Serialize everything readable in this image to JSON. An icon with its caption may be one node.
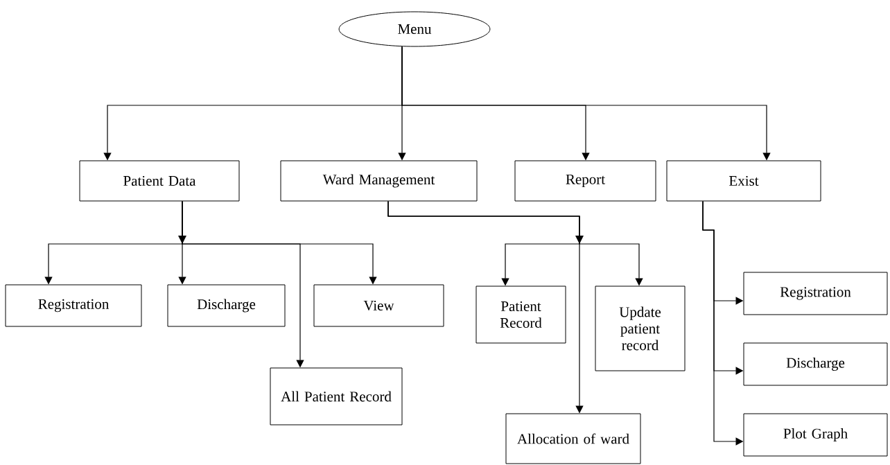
{
  "diagram": {
    "nodes": [
      {
        "text": [
          "Menu"
        ]
      },
      {
        "text": [
          "Patient Data"
        ]
      },
      {
        "text": [
          "Ward Management"
        ]
      },
      {
        "text": [
          "Report"
        ]
      },
      {
        "text": [
          "Exist"
        ]
      },
      {
        "text": [
          "Registration"
        ]
      },
      {
        "text": [
          "Discharge"
        ]
      },
      {
        "text": [
          "View"
        ]
      },
      {
        "text": [
          "All Patient Record"
        ]
      },
      {
        "text": [
          "Patient Record"
        ]
      },
      {
        "text": [
          "Update patient record"
        ]
      },
      {
        "text": [
          "Allocation of ward"
        ]
      },
      {
        "text": [
          "Registration"
        ]
      },
      {
        "text": [
          "Discharge"
        ]
      },
      {
        "text": [
          "Plot Graph"
        ]
      }
    ],
    "edges": [
      {
        "from": 0,
        "to": 1,
        "arrow": "to"
      },
      {
        "from": 0,
        "to": 2,
        "arrow": "to"
      },
      {
        "from": 0,
        "to": 3,
        "arrow": "to"
      },
      {
        "from": 0,
        "to": 4,
        "arrow": "to"
      },
      {
        "from": 1,
        "to": 5,
        "arrow": "to"
      },
      {
        "from": 1,
        "to": 6,
        "arrow": "to"
      },
      {
        "from": 1,
        "to": 7,
        "arrow": "to"
      },
      {
        "from": 1,
        "to": 8,
        "arrow": "to"
      },
      {
        "from": 2,
        "to": 9,
        "arrow": "to"
      },
      {
        "from": 2,
        "to": 10,
        "arrow": "to"
      },
      {
        "from": 2,
        "to": 11,
        "arrow": "to"
      },
      {
        "from": 4,
        "to": 12,
        "arrow": "to"
      },
      {
        "from": 4,
        "to": 13,
        "arrow": "to"
      },
      {
        "from": 4,
        "to": 14,
        "arrow": "to"
      }
    ]
  }
}
